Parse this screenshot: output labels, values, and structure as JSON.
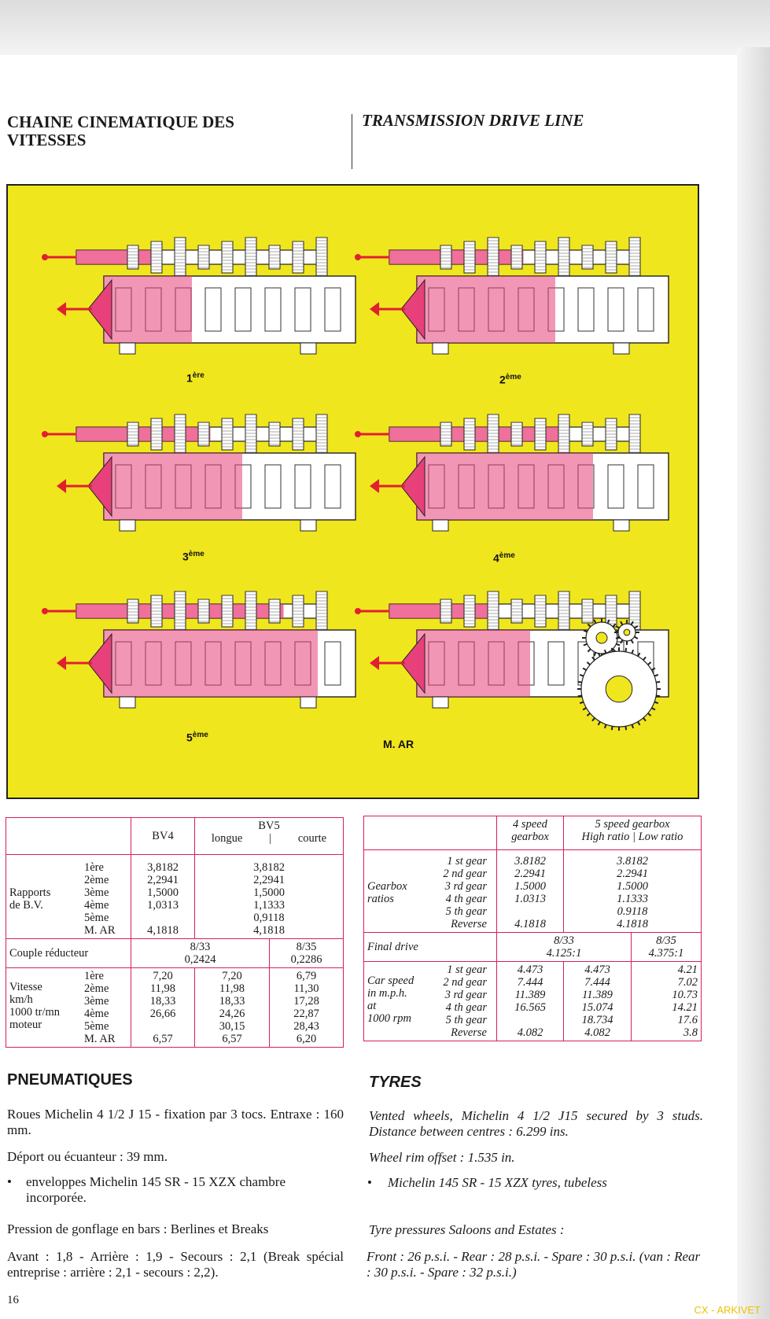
{
  "header": {
    "fr_title": "CHAINE CINEMATIQUE DES VITESSES",
    "en_title": "TRANSMISSION DRIVE LINE"
  },
  "diagram": {
    "labels": [
      {
        "num": "1",
        "sup": "ère"
      },
      {
        "num": "2",
        "sup": "ème"
      },
      {
        "num": "3",
        "sup": "ème"
      },
      {
        "num": "4",
        "sup": "ème"
      },
      {
        "num": "5",
        "sup": "ème"
      },
      {
        "num": "M. AR",
        "sup": ""
      }
    ],
    "colors": {
      "background": "#f0e61e",
      "drive_path": "#e8407a",
      "arrow": "#e02030"
    }
  },
  "fr_table": {
    "bv4": "BV4",
    "bv5": "BV5",
    "longue": "longue",
    "courte": "courte",
    "rapports_label": [
      "Rapports",
      "de B.V."
    ],
    "gears": [
      "1ère",
      "2ème",
      "3ème",
      "4ème",
      "5ème",
      "M. AR"
    ],
    "bv4_ratios": [
      "3,8182",
      "2,2941",
      "1,5000",
      "1,0313",
      "",
      "4,1818"
    ],
    "bv5_ratios": [
      "3,8182",
      "2,2941",
      "1,5000",
      "1,1333",
      "0,9118",
      "4,1818"
    ],
    "couple_label": "Couple réducteur",
    "couple_a": [
      "8/33",
      "0,2424"
    ],
    "couple_b": [
      "8/35",
      "0,2286"
    ],
    "vitesse_label": [
      "Vitesse",
      "km/h",
      "1000 tr/mn",
      "moteur"
    ],
    "speed_bv4": [
      "7,20",
      "11,98",
      "18,33",
      "26,66",
      "",
      "6,57"
    ],
    "speed_longue": [
      "7,20",
      "11,98",
      "18,33",
      "24,26",
      "30,15",
      "6,57"
    ],
    "speed_courte": [
      "6,79",
      "11,30",
      "17,28",
      "22,87",
      "28,43",
      "6,20"
    ]
  },
  "en_table": {
    "four_speed": [
      "4 speed",
      "gearbox"
    ],
    "five_speed": "5 speed gearbox",
    "high_ratio": "High ratio",
    "low_ratio": "Low ratio",
    "ratios_label": [
      "Gearbox",
      "ratios"
    ],
    "gears": [
      "1 st gear",
      "2 nd gear",
      "3 rd gear",
      "4 th gear",
      "5 th gear",
      "Reverse"
    ],
    "four_ratios": [
      "3.8182",
      "2.2941",
      "1.5000",
      "1.0313",
      "",
      "4.1818"
    ],
    "five_ratios": [
      "3.8182",
      "2.2941",
      "1.5000",
      "1.1333",
      "0.9118",
      "4.1818"
    ],
    "final_label": "Final drive",
    "final_a": [
      "8/33",
      "4.125:1"
    ],
    "final_b": [
      "8/35",
      "4.375:1"
    ],
    "speed_label": [
      "Car speed",
      "in m.p.h.",
      "at",
      "1000 rpm"
    ],
    "speed_four": [
      "4.473",
      "7.444",
      "11.389",
      "16.565",
      "",
      "4.082"
    ],
    "speed_high": [
      "4.473",
      "7.444",
      "11.389",
      "15.074",
      "18.734",
      "4.082"
    ],
    "speed_low": [
      "4.21",
      "7.02",
      "10.73",
      "14.21",
      "17.6",
      "3.8"
    ]
  },
  "fr_text": {
    "heading": "PNEUMATIQUES",
    "p1": "Roues Michelin 4 1/2 J 15 - fixation par 3 tocs. Entraxe : 160 mm.",
    "p2": "Déport ou écuanteur : 39 mm.",
    "p3": "enveloppes Michelin 145 SR - 15 XZX chambre incorporée.",
    "p4": "Pression de gonflage en bars : Berlines et Breaks",
    "p5": "Avant : 1,8 - Arrière : 1,9 - Secours : 2,1 (Break spécial entreprise : arrière : 2,1 - secours : 2,2)."
  },
  "en_text": {
    "heading": "TYRES",
    "p1": "Vented wheels, Michelin 4 1/2 J15 secured by 3 studs. Distance between centres : 6.299 ins.",
    "p2": "Wheel rim offset : 1.535 in.",
    "p3": "Michelin 145 SR - 15 XZX tyres, tubeless",
    "p4": "Tyre pressures Saloons and Estates :",
    "p5": "Front : 26 p.s.i. - Rear : 28 p.s.i. - Spare : 30 p.s.i. (van : Rear : 30 p.s.i. - Spare : 32 p.s.i.)"
  },
  "page_number": "16",
  "watermark": "CX - ARKIVET"
}
